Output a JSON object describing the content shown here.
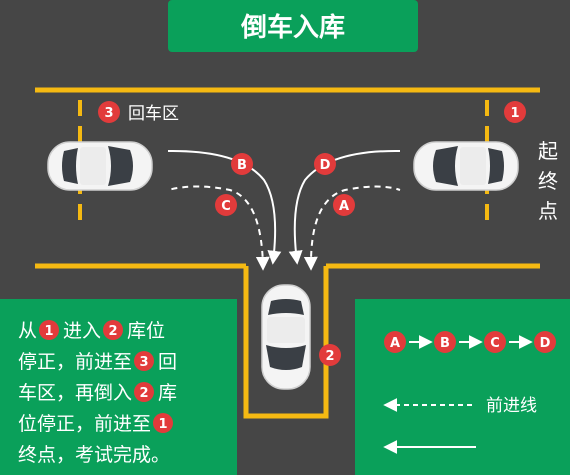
{
  "title": "倒车入库",
  "markers": {
    "start": "1",
    "garage": "2",
    "turn": "3"
  },
  "labels": {
    "turn_area": "回车区",
    "start_end_chars": [
      "起",
      "终",
      "点"
    ]
  },
  "route_letters": [
    "A",
    "B",
    "C",
    "D"
  ],
  "instructions": [
    {
      "segments": [
        {
          "t": "text",
          "v": "从"
        },
        {
          "t": "badge",
          "v": "1"
        },
        {
          "t": "text",
          "v": "进入"
        },
        {
          "t": "badge",
          "v": "2"
        },
        {
          "t": "text",
          "v": "库位"
        }
      ]
    },
    {
      "segments": [
        {
          "t": "text",
          "v": "停正，前进至"
        },
        {
          "t": "badge",
          "v": "3"
        },
        {
          "t": "text",
          "v": "回"
        }
      ]
    },
    {
      "segments": [
        {
          "t": "text",
          "v": "车区，再倒入"
        },
        {
          "t": "badge",
          "v": "2"
        },
        {
          "t": "text",
          "v": "库"
        }
      ]
    },
    {
      "segments": [
        {
          "t": "text",
          "v": "位停正，前进至"
        },
        {
          "t": "badge",
          "v": "1"
        }
      ]
    },
    {
      "segments": [
        {
          "t": "text",
          "v": "终点，考试完成。"
        }
      ]
    }
  ],
  "legend": {
    "sequence": [
      "A",
      "B",
      "C",
      "D"
    ],
    "forward_label": "前进线",
    "reverse_label": ""
  },
  "colors": {
    "green": "#0aa05a",
    "road": "#464646",
    "yellow": "#f5b912",
    "marker_red": "#e23b3b",
    "white": "#ffffff"
  }
}
